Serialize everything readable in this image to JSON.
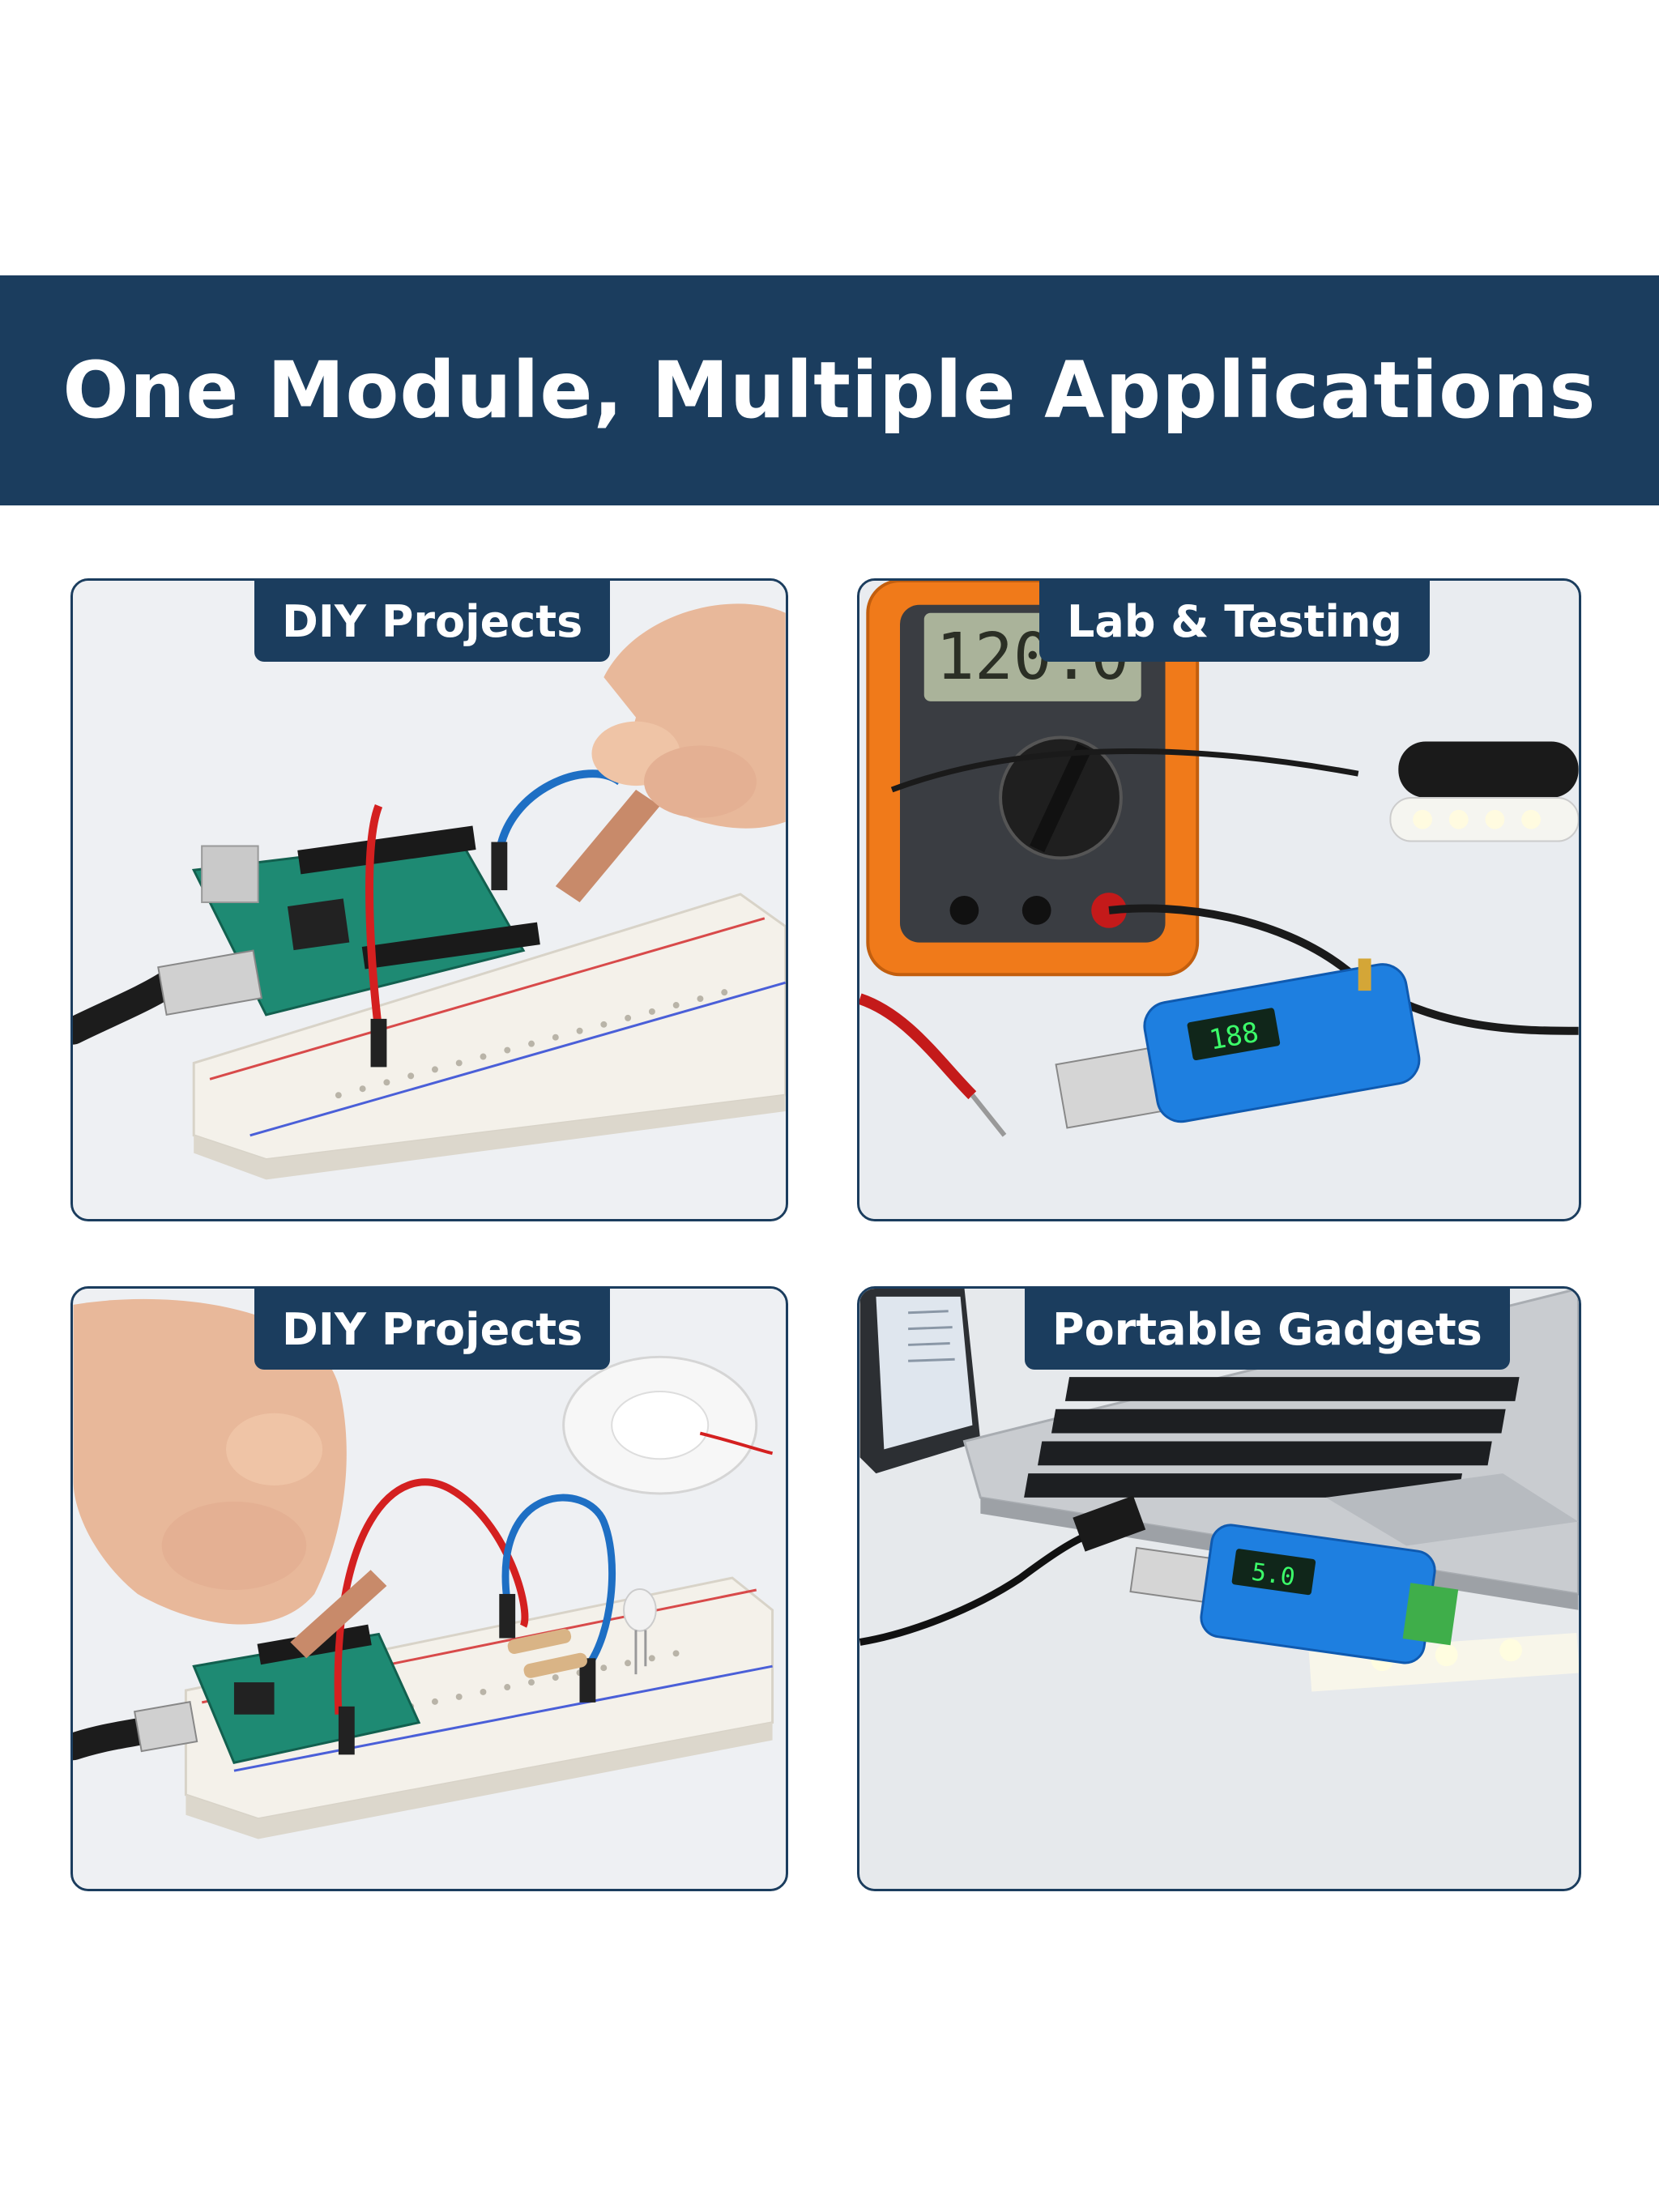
{
  "header": {
    "title": "One Module, Multiple Applications"
  },
  "panels": [
    {
      "label": "DIY Projects"
    },
    {
      "label": "Lab & Testing",
      "meter_reading": "120.0"
    },
    {
      "label": "DIY Projects"
    },
    {
      "label": "Portable Gadgets",
      "module_reading": "5.0"
    }
  ],
  "colors": {
    "banner": "#1b3d5e",
    "text": "#ffffff",
    "pcb": "#1e8a73",
    "meter": "#f07a1a",
    "module": "#1e7fe0"
  }
}
